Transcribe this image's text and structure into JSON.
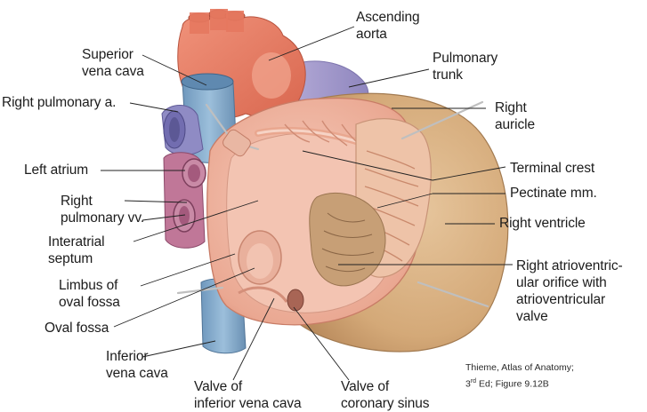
{
  "labels": {
    "ascending_aorta": "Ascending\naorta",
    "superior_vena_cava": "Superior\nvena cava",
    "pulmonary_trunk": "Pulmonary\ntrunk",
    "right_pulmonary_a": "Right pulmonary a.",
    "right_auricle": "Right\nauricle",
    "left_atrium": "Left atrium",
    "terminal_crest": "Terminal crest",
    "pectinate_mm": "Pectinate mm.",
    "right_pulmonary_vv": "Right\npulmonary vv.",
    "right_ventricle": "Right ventricle",
    "interatrial_septum": "Interatrial\nseptum",
    "right_av_orifice": "Right atrioventric-\nular orifice with\natrioventricular\nvalve",
    "limbus_oval_fossa": "Limbus of\noval fossa",
    "oval_fossa": "Oval fossa",
    "inferior_vena_cava": "Inferior\nvena cava",
    "valve_ivc": "Valve of\ninferior vena cava",
    "valve_coronary_sinus": "Valve of\ncoronary sinus"
  },
  "credit": {
    "line1": "Thieme, Atlas of Anatomy;",
    "edition_num": "3",
    "edition_sup": "rd",
    "edition_rest": " Ed; Figure 9.12B"
  },
  "colors": {
    "aorta": "#e8826a",
    "pulmonary_trunk": "#a9a0cf",
    "vena_cava": "#7ea6c8",
    "ventricle": "#d9b287",
    "atrium_wall": "#eeb7a3",
    "atrium_interior": "#f1bca7",
    "pulmonary_vein": "#b86b90",
    "pulmonary_artery": "#8f8bc4"
  }
}
